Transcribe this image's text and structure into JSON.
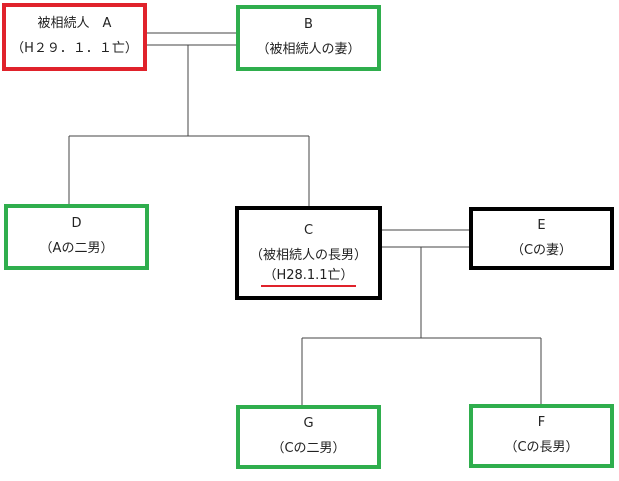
{
  "persons": {
    "a": {
      "line1": "被相続人　A",
      "line2": "（H２９．１．１亡）",
      "status": "deceased"
    },
    "b": {
      "line1": "B",
      "line2": "（被相続人の妻）"
    },
    "c": {
      "line1": "C",
      "line2": "（被相続人の長男）",
      "line3": "（H28.1.1亡）",
      "status": "deceased"
    },
    "d": {
      "line1": "D",
      "line2": "（Aの二男）"
    },
    "e": {
      "line1": "E",
      "line2": "（Cの妻）"
    },
    "f": {
      "line1": "F",
      "line2": "（Cの長男）"
    },
    "g": {
      "line1": "G",
      "line2": "（Cの二男）"
    }
  },
  "colors": {
    "decedent_border": "#e0222b",
    "heir_border": "#2fae4d",
    "non_heir_border": "#000000",
    "connector": "#444444"
  }
}
